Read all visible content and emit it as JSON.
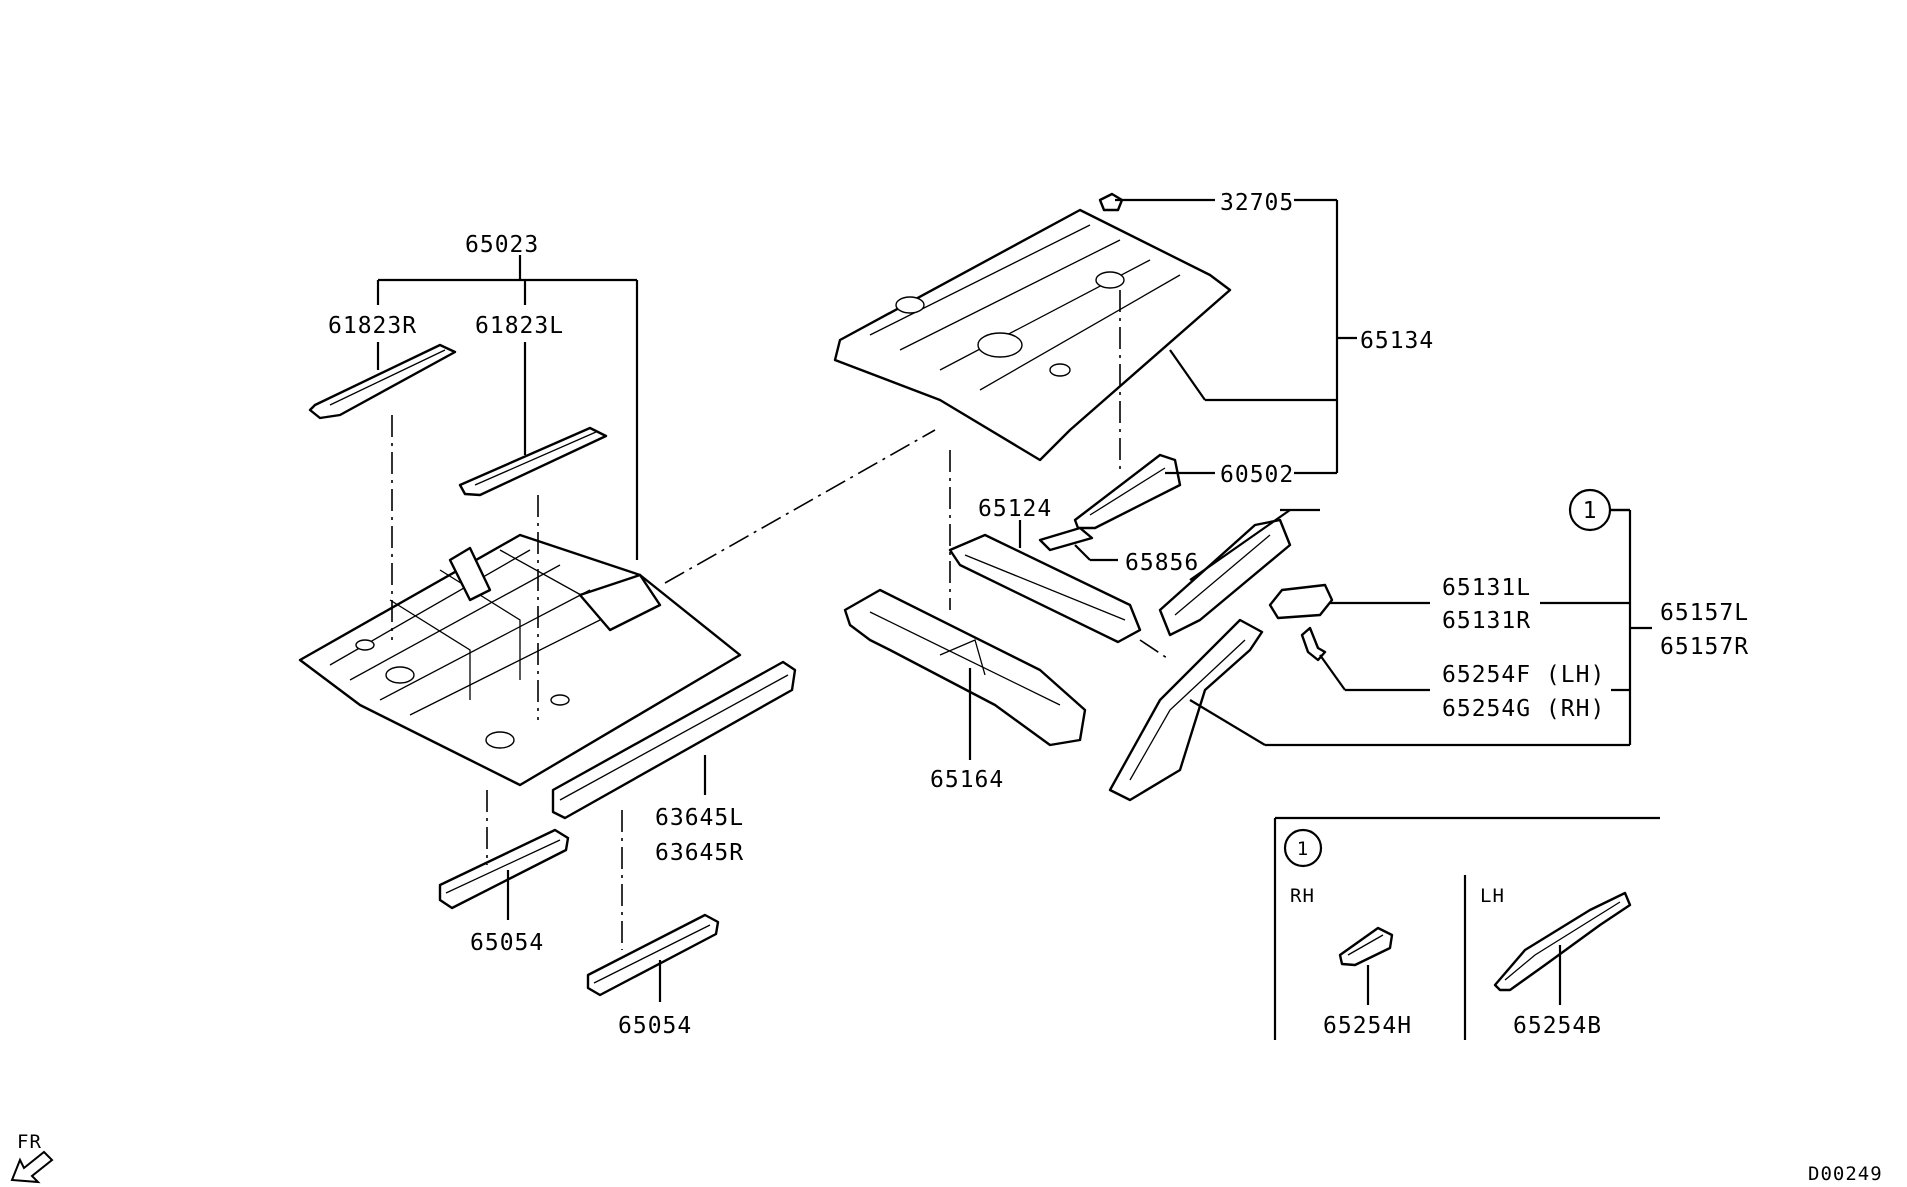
{
  "labels": {
    "p65023": "65023",
    "p61823R": "61823R",
    "p61823L": "61823L",
    "p32705": "32705",
    "p65134": "65134",
    "p60502": "60502",
    "p65124": "65124",
    "p65856": "65856",
    "p65131L": "65131L",
    "p65131R": "65131R",
    "p65157L": "65157L",
    "p65157R": "65157R",
    "p65254F": "65254F (LH)",
    "p65254G": "65254G (RH)",
    "p65164": "65164",
    "p63645L": "63645L",
    "p63645R": "63645R",
    "p65054a": "65054",
    "p65054b": "65054",
    "p65254H": "65254H",
    "p65254B": "65254B"
  },
  "callout": {
    "number": "1",
    "rh_label": "RH",
    "lh_label": "LH"
  },
  "direction": {
    "label": "FR",
    "icon": "arrow-front-icon"
  },
  "drawing_code": "D00249"
}
